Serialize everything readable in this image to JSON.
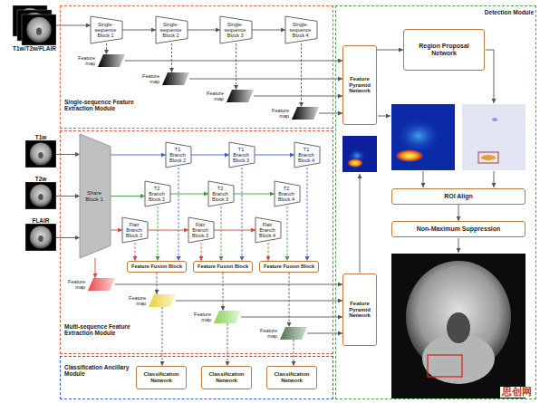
{
  "diagram": {
    "nodes": [
      {
        "text": [
          "T1w/T2w/FLAIR"
        ]
      },
      {
        "text": [
          "Single-sequence Feature Extraction Module"
        ]
      },
      {
        "text": [
          "Single-sequence Block 1"
        ],
        "in": 1
      },
      {
        "text": [
          "Single-sequence Block 2"
        ],
        "in": 1
      },
      {
        "text": [
          "Single-sequence Block 3"
        ],
        "in": 1
      },
      {
        "text": [
          "Single-sequence Block 4"
        ],
        "in": 1
      },
      {
        "text": [
          "Feature map"
        ],
        "in": 1
      },
      {
        "text": [
          "Feature map"
        ],
        "in": 1
      },
      {
        "text": [
          "Feature map"
        ],
        "in": 1
      },
      {
        "text": [
          "Feature map"
        ],
        "in": 1
      },
      {
        "text": [
          "Multi-sequence Feature Extraction Module"
        ]
      },
      {
        "text": [
          "T1w"
        ]
      },
      {
        "text": [
          "T2w"
        ]
      },
      {
        "text": [
          "FLAIR"
        ]
      },
      {
        "text": [
          "Share Block 1"
        ],
        "in": 10
      },
      {
        "text": [
          "T1 Branch Block 2"
        ],
        "in": 10
      },
      {
        "text": [
          "T1 Branch Block 3"
        ],
        "in": 10
      },
      {
        "text": [
          "T1 Branch Block 4"
        ],
        "in": 10
      },
      {
        "text": [
          "T2 Branch Block 2"
        ],
        "in": 10
      },
      {
        "text": [
          "T2 Branch Block 3"
        ],
        "in": 10
      },
      {
        "text": [
          "T2 Branch Block 4"
        ],
        "in": 10
      },
      {
        "text": [
          "Flair Branch Block 2"
        ],
        "in": 10
      },
      {
        "text": [
          "Flair Branch Block 3"
        ],
        "in": 10
      },
      {
        "text": [
          "Flair Branch Block 4"
        ],
        "in": 10
      },
      {
        "text": [
          "Feature Fusion Block"
        ],
        "in": 10
      },
      {
        "text": [
          "Feature Fusion Block"
        ],
        "in": 10
      },
      {
        "text": [
          "Feature Fusion Block"
        ],
        "in": 10
      },
      {
        "text": [
          "Feature map"
        ],
        "in": 10
      },
      {
        "text": [
          "Feature map"
        ],
        "in": 10
      },
      {
        "text": [
          "Feature map"
        ],
        "in": 10
      },
      {
        "text": [
          "Feature map"
        ],
        "in": 10
      },
      {
        "text": [
          "Classification Ancillary Module"
        ]
      },
      {
        "text": [
          "Classification Network"
        ],
        "in": 31
      },
      {
        "text": [
          "Classification Network"
        ],
        "in": 31
      },
      {
        "text": [
          "Classification Network"
        ],
        "in": 31
      },
      {
        "text": [
          "Detection Module"
        ]
      },
      {
        "text": [
          "Feature Pyramid Network"
        ],
        "in": 35
      },
      {
        "text": [
          "Feature Pyramid Network"
        ],
        "in": 35
      },
      {
        "text": [
          "Region Proposal Network"
        ],
        "in": 35
      },
      {
        "text": [
          "ROI Align"
        ],
        "in": 35
      },
      {
        "text": [
          "Non-Maximum Suppression"
        ],
        "in": 35
      }
    ],
    "edges": [
      {
        "from": 0,
        "to": 2,
        "arrow": "to"
      },
      {
        "from": 2,
        "to": 3,
        "arrow": "to"
      },
      {
        "from": 3,
        "to": 4,
        "arrow": "to"
      },
      {
        "from": 4,
        "to": 5,
        "arrow": "to"
      },
      {
        "from": 2,
        "to": 6,
        "arrow": "to"
      },
      {
        "from": 3,
        "to": 7,
        "arrow": "to"
      },
      {
        "from": 4,
        "to": 8,
        "arrow": "to"
      },
      {
        "from": 5,
        "to": 9,
        "arrow": "to"
      },
      {
        "from": 6,
        "to": 36,
        "arrow": "to"
      },
      {
        "from": 7,
        "to": 36,
        "arrow": "to"
      },
      {
        "from": 8,
        "to": 36,
        "arrow": "to"
      },
      {
        "from": 9,
        "to": 36,
        "arrow": "to"
      },
      {
        "from": 11,
        "to": 14,
        "arrow": "to"
      },
      {
        "from": 12,
        "to": 14,
        "arrow": "to"
      },
      {
        "from": 13,
        "to": 14,
        "arrow": "to"
      },
      {
        "from": 14,
        "to": 15,
        "arrow": "to"
      },
      {
        "from": 14,
        "to": 18,
        "arrow": "to"
      },
      {
        "from": 14,
        "to": 21,
        "arrow": "to"
      },
      {
        "from": 15,
        "to": 16,
        "arrow": "to"
      },
      {
        "from": 16,
        "to": 17,
        "arrow": "to"
      },
      {
        "from": 18,
        "to": 19,
        "arrow": "to"
      },
      {
        "from": 19,
        "to": 20,
        "arrow": "to"
      },
      {
        "from": 21,
        "to": 22,
        "arrow": "to"
      },
      {
        "from": 22,
        "to": 23,
        "arrow": "to"
      },
      {
        "from": 14,
        "to": 27,
        "arrow": "to"
      },
      {
        "from": 15,
        "to": 24,
        "arrow": "to"
      },
      {
        "from": 18,
        "to": 24,
        "arrow": "to"
      },
      {
        "from": 21,
        "to": 24,
        "arrow": "to"
      },
      {
        "from": 16,
        "to": 25,
        "arrow": "to"
      },
      {
        "from": 19,
        "to": 25,
        "arrow": "to"
      },
      {
        "from": 22,
        "to": 25,
        "arrow": "to"
      },
      {
        "from": 17,
        "to": 26,
        "arrow": "to"
      },
      {
        "from": 20,
        "to": 26,
        "arrow": "to"
      },
      {
        "from": 23,
        "to": 26,
        "arrow": "to"
      },
      {
        "from": 24,
        "to": 28,
        "arrow": "to"
      },
      {
        "from": 25,
        "to": 29,
        "arrow": "to"
      },
      {
        "from": 26,
        "to": 30,
        "arrow": "to"
      },
      {
        "from": 27,
        "to": 37,
        "arrow": "to"
      },
      {
        "from": 28,
        "to": 37,
        "arrow": "to"
      },
      {
        "from": 29,
        "to": 37,
        "arrow": "to"
      },
      {
        "from": 30,
        "to": 37,
        "arrow": "to"
      },
      {
        "from": 28,
        "to": 32,
        "arrow": "to"
      },
      {
        "from": 29,
        "to": 33,
        "arrow": "to"
      },
      {
        "from": 30,
        "to": 34,
        "arrow": "to"
      },
      {
        "from": 36,
        "to": 38,
        "arrow": "to"
      },
      {
        "from": 39,
        "to": 40,
        "arrow": "to"
      }
    ],
    "labels": [
      "思创网"
    ]
  }
}
